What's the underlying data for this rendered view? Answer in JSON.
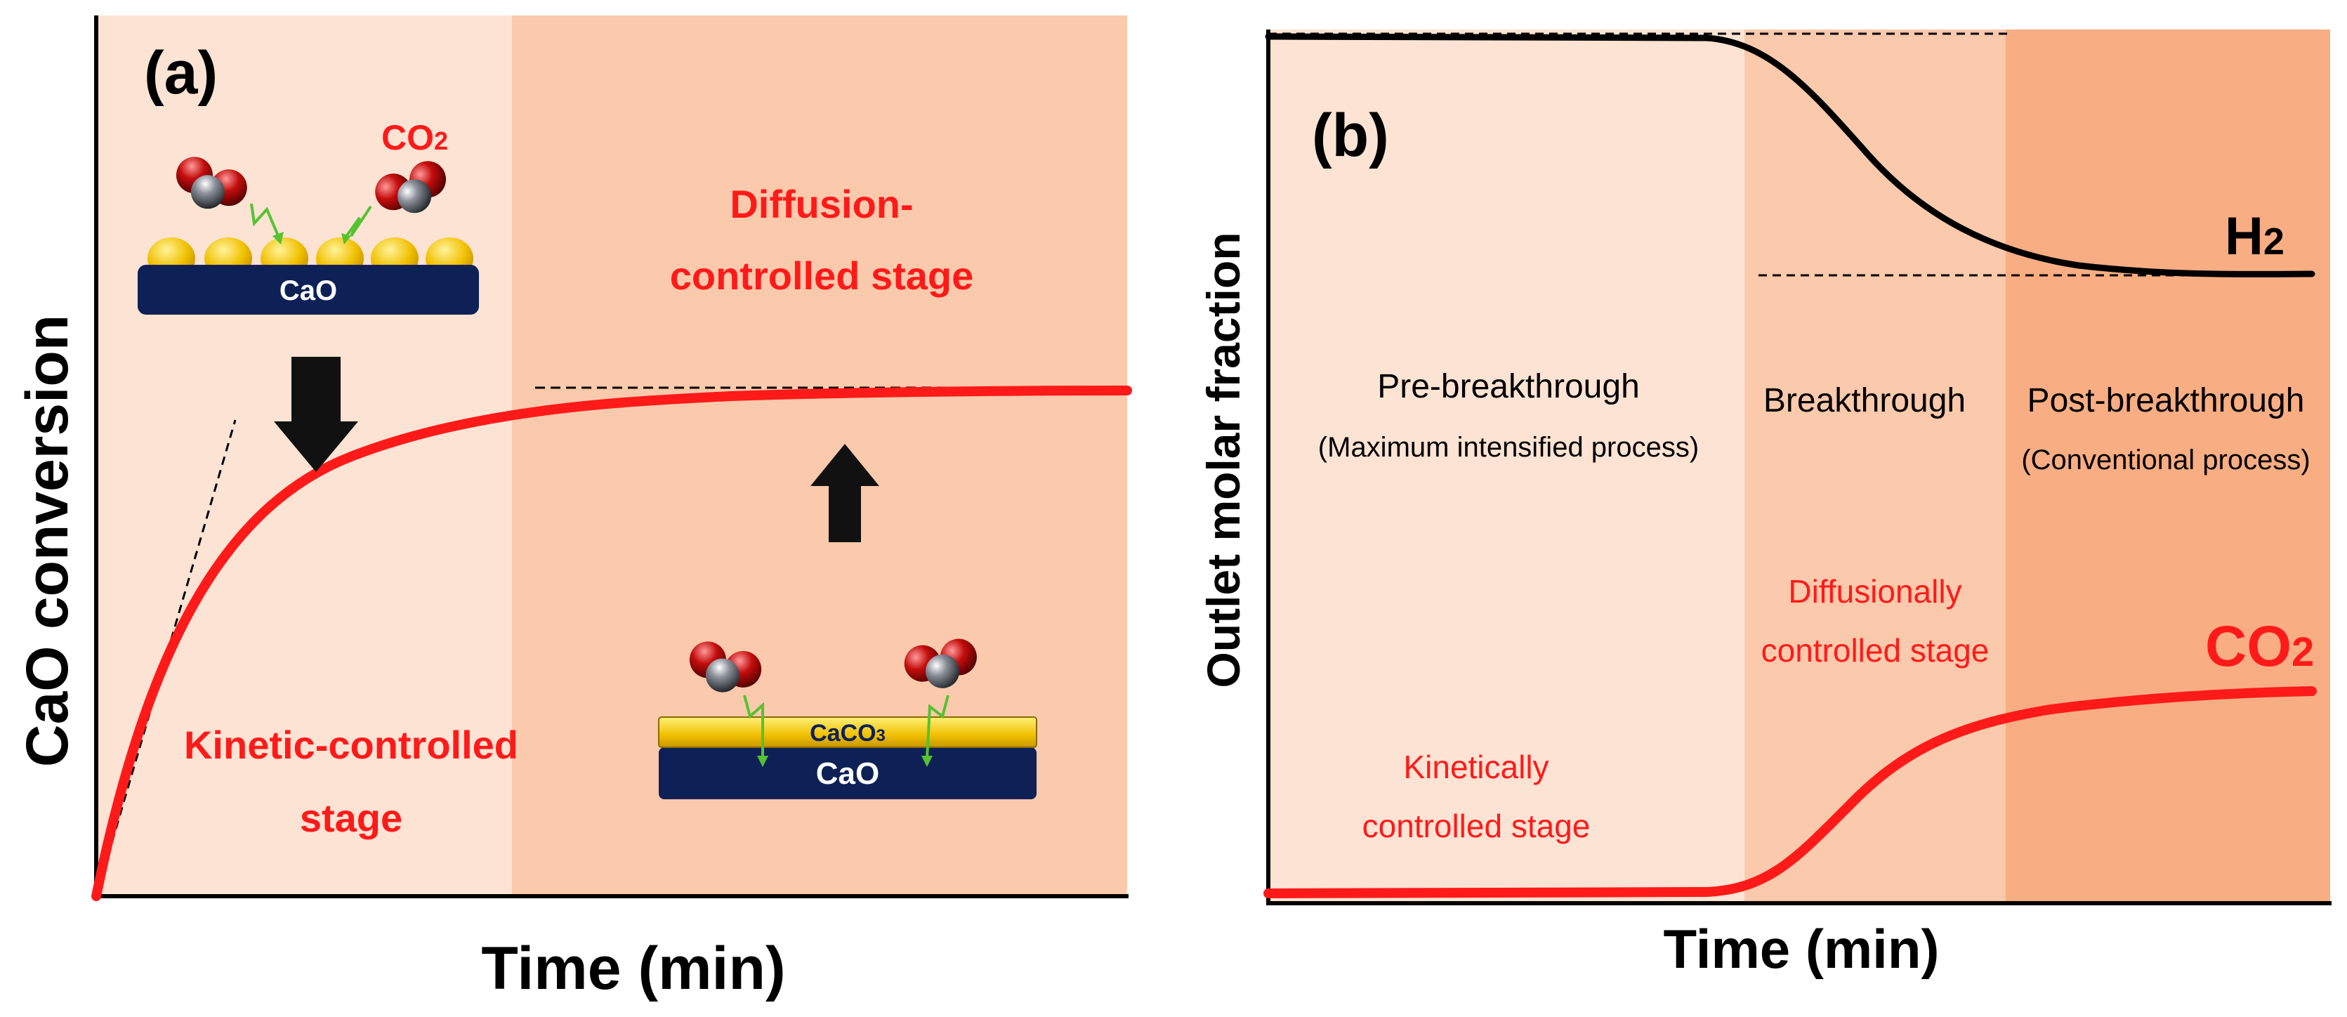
{
  "panel_a": {
    "panel_label": "(a)",
    "y_axis_label": "CaO conversion",
    "x_axis_label": "Time (min)",
    "stage_kinetic_line1": "Kinetic-controlled",
    "stage_kinetic_line2": "stage",
    "stage_diffusion_line1": "Diffusion-",
    "stage_diffusion_line2": "controlled stage",
    "gas_label": "CO",
    "gas_subscript": "2",
    "substrate_label_top": "CaO",
    "shell_label": "CaCO",
    "shell_subscript": "3",
    "substrate_label_bottom": "CaO"
  },
  "panel_b": {
    "panel_label": "(b)",
    "y_axis_label": "Outlet molar fraction",
    "x_axis_label": "Time  (min)",
    "region_pre_title": "Pre-breakthrough",
    "region_pre_subtitle": "(Maximum intensified process)",
    "region_break_title": "Breakthrough",
    "region_post_title": "Post-breakthrough",
    "region_post_subtitle": "(Conventional process)",
    "stage_kinetic_line1": "Kinetically",
    "stage_kinetic_line2": "controlled stage",
    "stage_diffusion_line1": "Diffusionally",
    "stage_diffusion_line2": "controlled stage",
    "h2_label": "H",
    "h2_subscript": "2",
    "co2_label": "CO",
    "co2_subscript": "2"
  },
  "colors": {
    "stage_light": "#fde3d3",
    "stage_mid": "#fbc9ab",
    "stage_dark": "#f9ad83",
    "curve_red": "#ff1a1a",
    "curve_black": "#000000",
    "substrate_navy": "#0d2157",
    "shell_gold": "#f5c400",
    "arrow_green": "#55c232"
  }
}
